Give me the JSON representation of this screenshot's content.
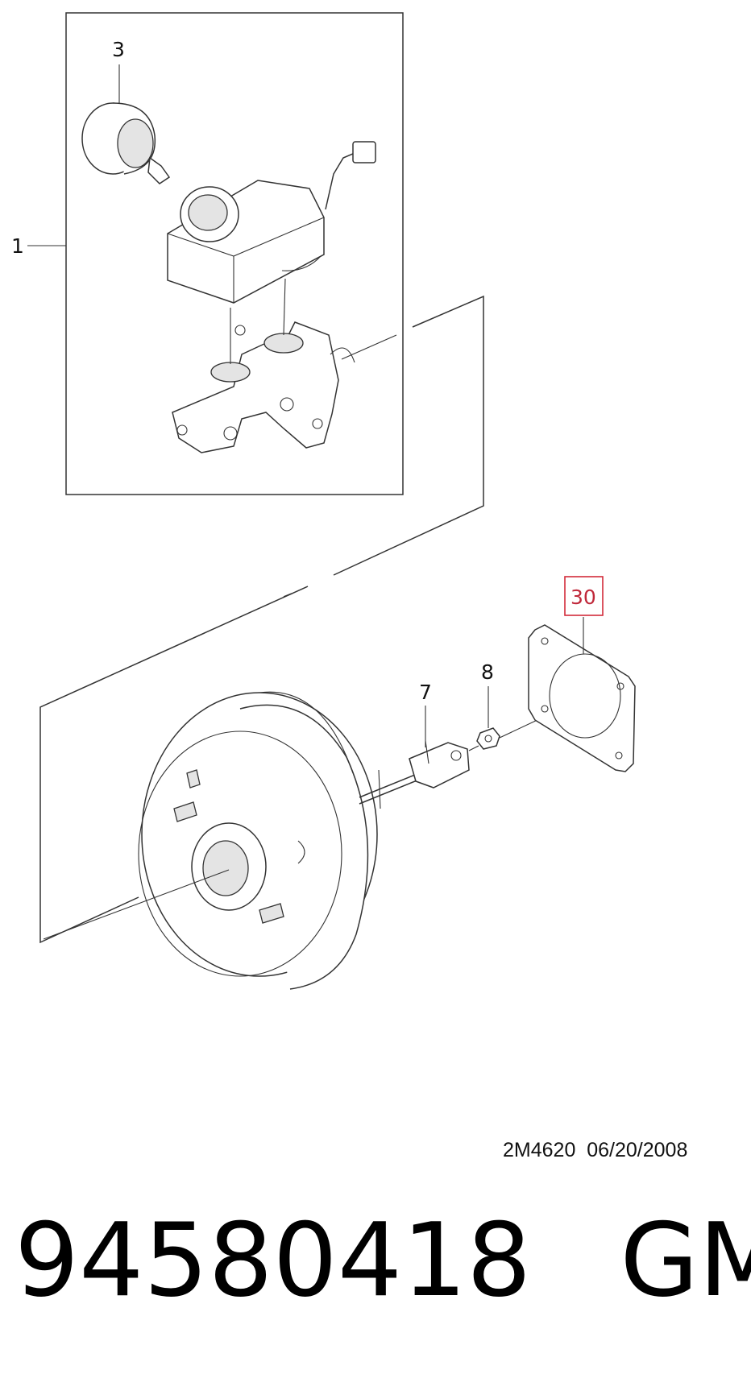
{
  "callouts": {
    "c1": "1",
    "c3": "3",
    "c7": "7",
    "c8": "8",
    "c30": "30"
  },
  "highlight_color": "#d22b3a",
  "drawing_ref": "2M4620  06/20/2008",
  "footer": {
    "part_number": "94580418",
    "brand": "GM"
  },
  "icons": [
    "master-cylinder-icon",
    "reservoir-cap-icon",
    "brake-booster-icon",
    "clevis-icon",
    "nut-icon",
    "gasket-icon"
  ]
}
